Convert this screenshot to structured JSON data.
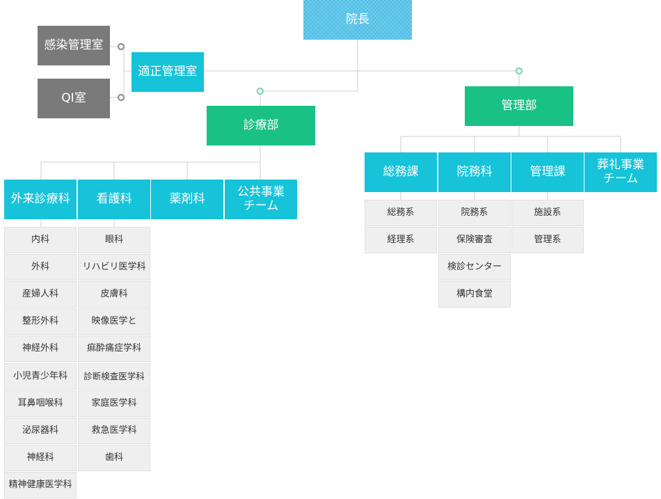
{
  "director": "院長",
  "staff": {
    "compliance": "適正管理室",
    "infection": "感染管理室",
    "qi": "QI室"
  },
  "medical": {
    "title": "診療部",
    "departments": [
      "外来診療科",
      "看護科",
      "薬剤科",
      "公共事業\nチーム"
    ],
    "outpatient_items": [
      "内科",
      "外科",
      "産婦人科",
      "整形外科",
      "神経外科",
      "小児青少年科",
      "耳鼻咽喉科",
      "泌尿器科",
      "神経科",
      "精神健康医学科"
    ],
    "nursing_items": [
      "眼科",
      "リハビリ医学科",
      "皮膚科",
      "映像医学と",
      "痲酔痛症学科",
      "診断検査医学科",
      "家庭医学科",
      "救急医学科",
      "歯科"
    ]
  },
  "management": {
    "title": "管理部",
    "departments": [
      "総務課",
      "院務科",
      "管理課",
      "葬礼事業\nチーム"
    ],
    "general_affairs_items": [
      "総務系",
      "経理系"
    ],
    "hospital_affairs_items": [
      "院務系",
      "保険審査",
      "検診センター",
      "構内食堂"
    ],
    "admin_items": [
      "施設系",
      "管理系"
    ]
  },
  "colors": {
    "director": "#4fbfe6",
    "department": "#16c3d8",
    "division": "#19c185",
    "staff": "#7a7a7a",
    "sub_item": "#efefef"
  }
}
